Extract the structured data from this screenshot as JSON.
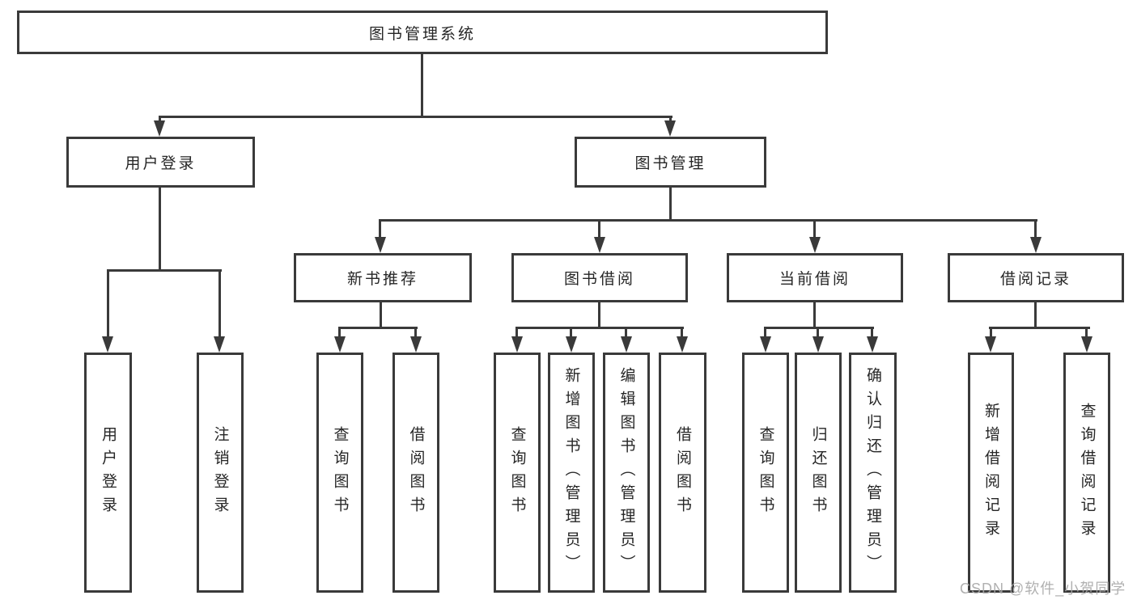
{
  "diagram": {
    "type": "hierarchy-tree",
    "root": {
      "label": "图书管理系统"
    },
    "branches": [
      {
        "label": "用户登录",
        "children": [
          {
            "label": "用户登录"
          },
          {
            "label": "注销登录"
          }
        ]
      },
      {
        "label": "图书管理",
        "children": [
          {
            "label": "新书推荐",
            "children": [
              {
                "label": "查询图书"
              },
              {
                "label": "借阅图书"
              }
            ]
          },
          {
            "label": "图书借阅",
            "children": [
              {
                "label": "查询图书"
              },
              {
                "label": "新增图书（管理员）"
              },
              {
                "label": "编辑图书（管理员）"
              },
              {
                "label": "借阅图书"
              }
            ]
          },
          {
            "label": "当前借阅",
            "children": [
              {
                "label": "查询图书"
              },
              {
                "label": "归还图书"
              },
              {
                "label": "确认归还（管理员）"
              }
            ]
          },
          {
            "label": "借阅记录",
            "children": [
              {
                "label": "新增借阅记录"
              },
              {
                "label": "查询借阅记录"
              }
            ]
          }
        ]
      }
    ]
  },
  "watermark": {
    "text": "CSDN @软件_小贺同学"
  },
  "colors": {
    "line": "#3a3a3a",
    "text": "#262626",
    "bg": "#ffffff",
    "watermark": "#a8a8a8"
  }
}
